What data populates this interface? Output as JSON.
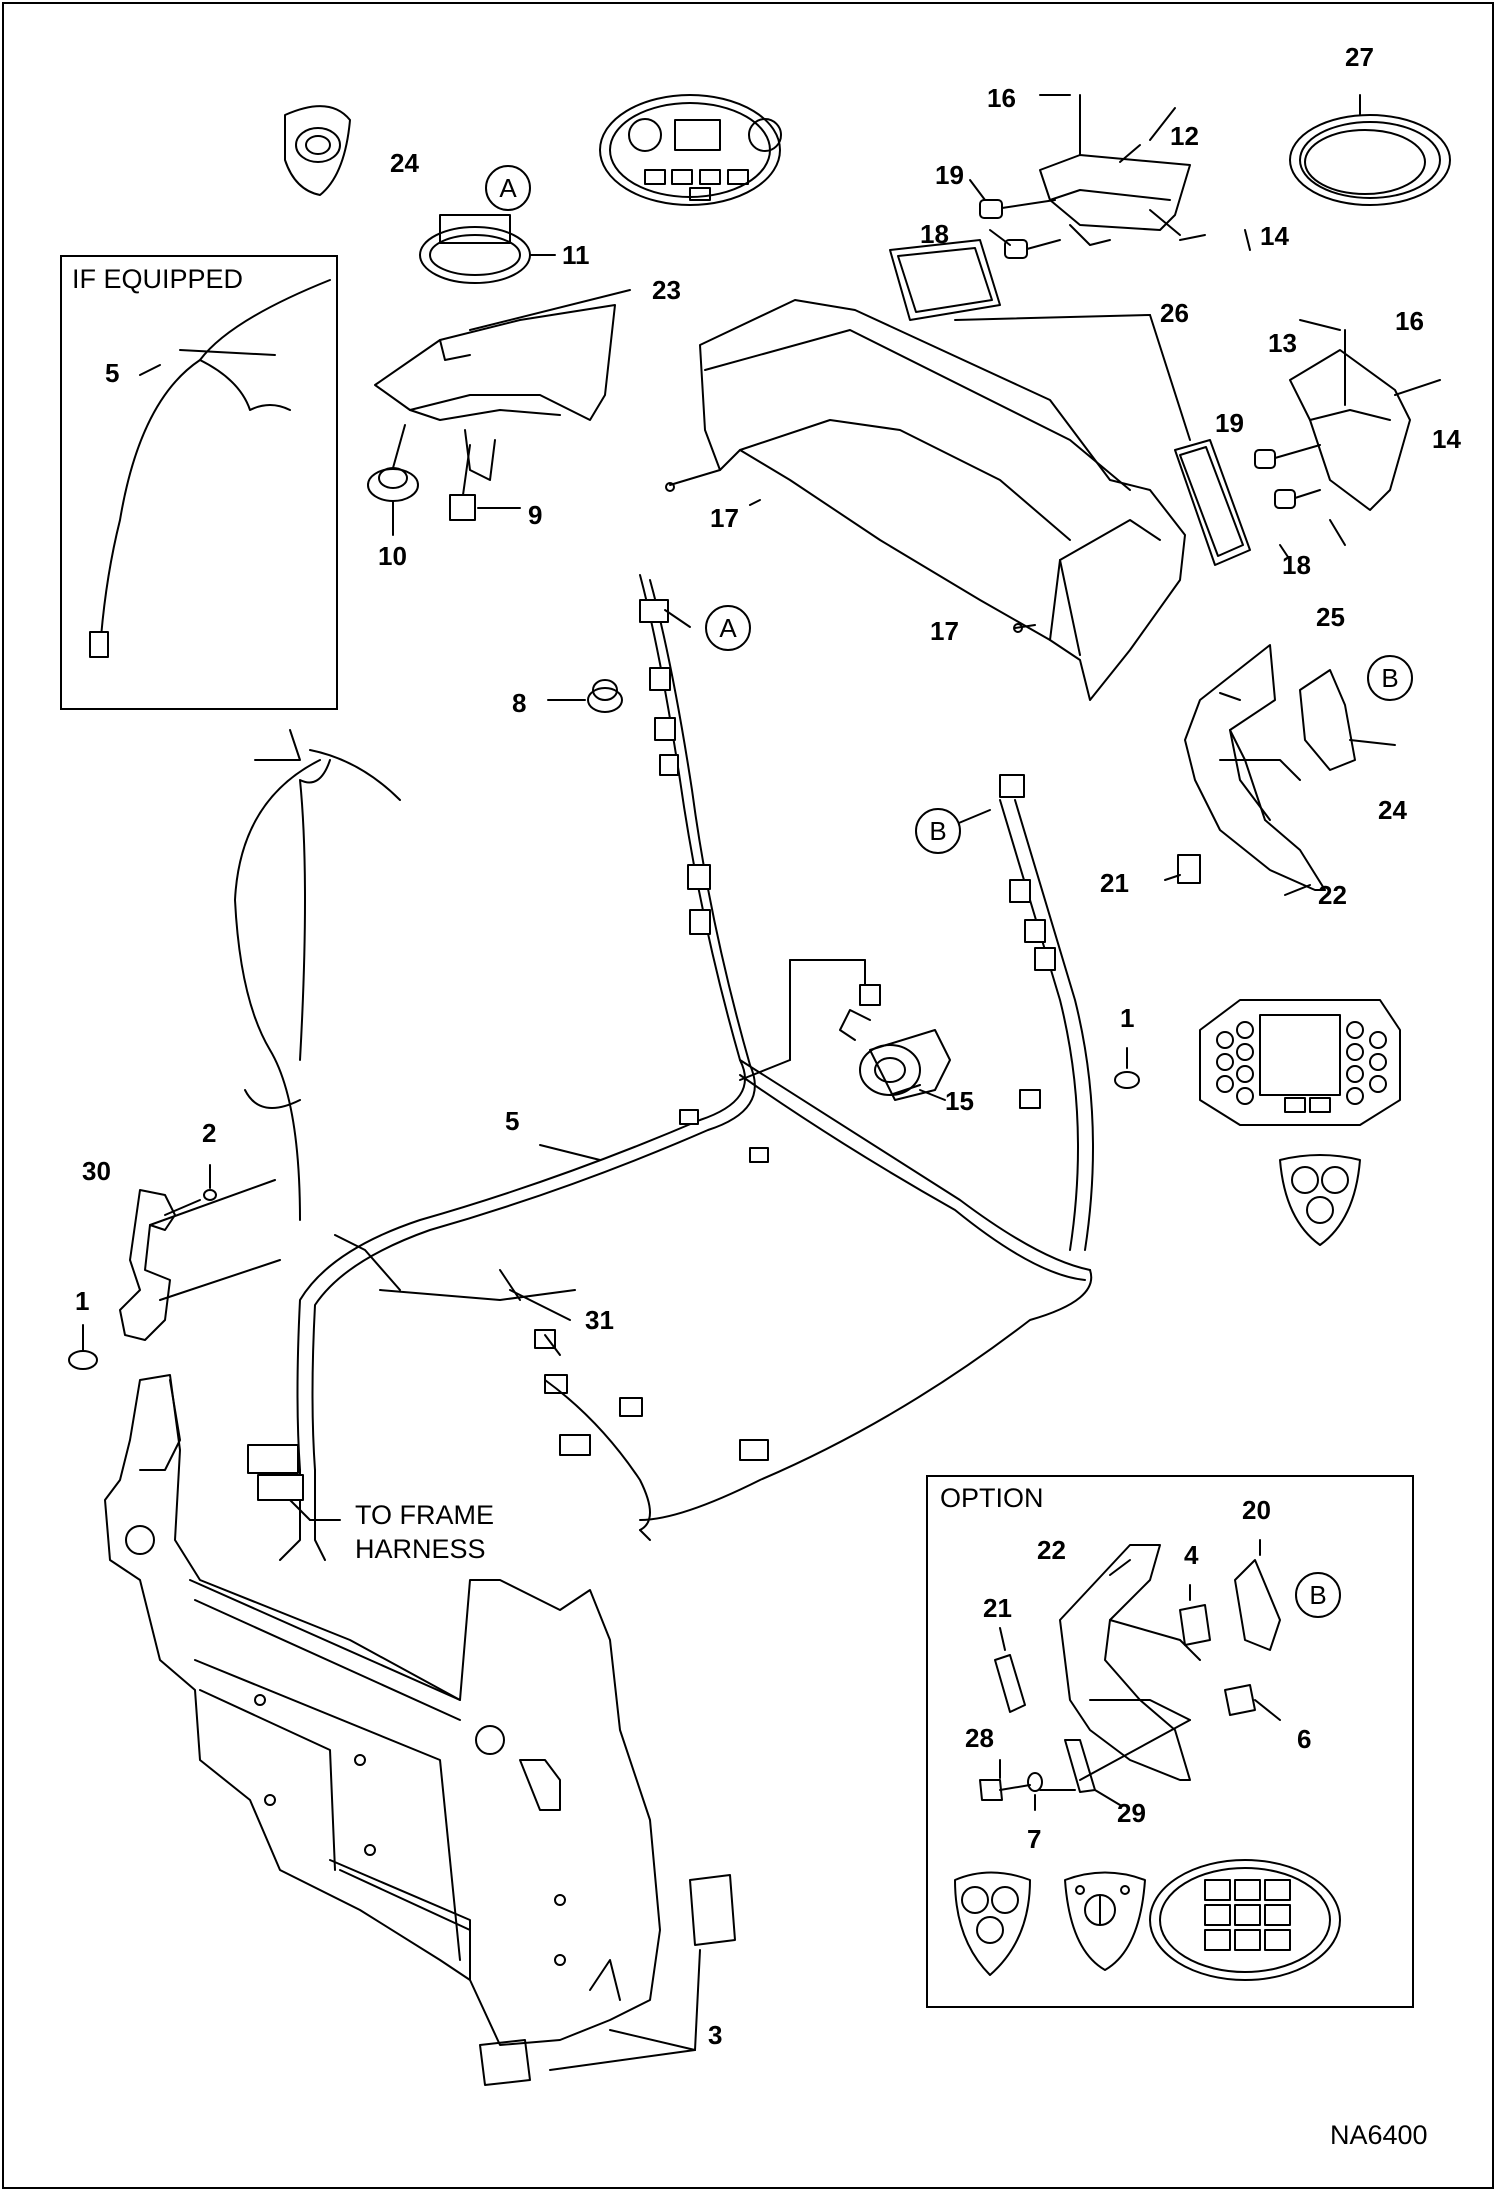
{
  "figure_id": "NA6400",
  "callouts": {
    "c1a": "1",
    "c1b": "1",
    "c2": "2",
    "c3": "3",
    "c4": "4",
    "c5a": "5",
    "c5b": "5",
    "c6": "6",
    "c7": "7",
    "c8": "8",
    "c9": "9",
    "c10": "10",
    "c11": "11",
    "c12": "12",
    "c13": "13",
    "c14a": "14",
    "c14b": "14",
    "c15": "15",
    "c16a": "16",
    "c16b": "16",
    "c17a": "17",
    "c17b": "17",
    "c18a": "18",
    "c18b": "18",
    "c19a": "19",
    "c19b": "19",
    "c20": "20",
    "c21a": "21",
    "c21b": "21",
    "c22a": "22",
    "c22b": "22",
    "c23": "23",
    "c24a": "24",
    "c24b": "24",
    "c25": "25",
    "c26": "26",
    "c27": "27",
    "c28": "28",
    "c29": "29",
    "c30": "30",
    "c31": "31"
  },
  "refs": {
    "a1": "A",
    "a2": "A",
    "b1": "B",
    "b2": "B",
    "b3": "B"
  },
  "boxes": {
    "if_equipped": "IF EQUIPPED",
    "option": "OPTION"
  },
  "notes": {
    "frame_harness_1": "TO FRAME",
    "frame_harness_2": "HARNESS"
  }
}
